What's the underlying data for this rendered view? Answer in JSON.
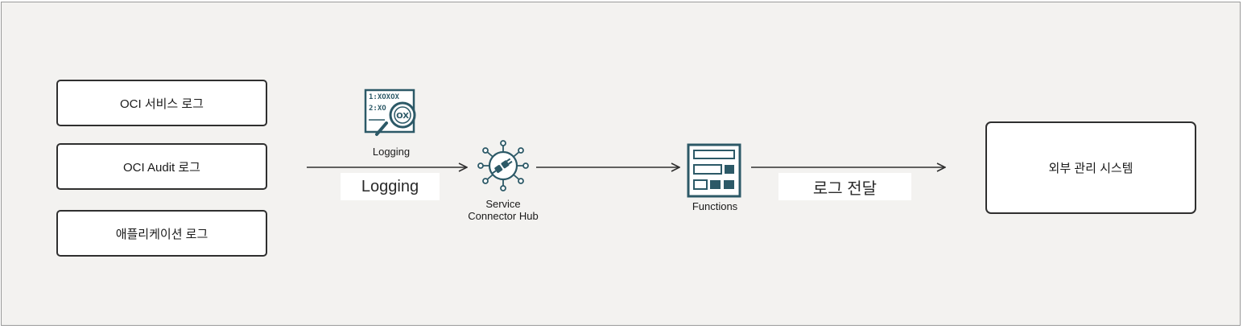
{
  "sources": [
    "OCI 서비스 로그",
    "OCI Audit 로그",
    "애플리케이션 로그"
  ],
  "logging_icon": {
    "label": "Logging",
    "glyph_line1": "1:XOXOX",
    "glyph_line2": "2:XO",
    "glyph_badge": "OX",
    "icon_name": "logging-magnifier-icon"
  },
  "edge_logging_label": "Logging",
  "service_connector": {
    "line1": "Service",
    "line2": "Connector Hub",
    "icon_name": "service-connector-hub-icon"
  },
  "functions": {
    "label": "Functions",
    "icon_name": "functions-icon"
  },
  "edge_forward_label": "로그 전달",
  "target": "외부 관리 시스템",
  "colors": {
    "icon_teal": "#2c5967",
    "border": "#2f2f2f",
    "background": "#f3f2f0"
  }
}
